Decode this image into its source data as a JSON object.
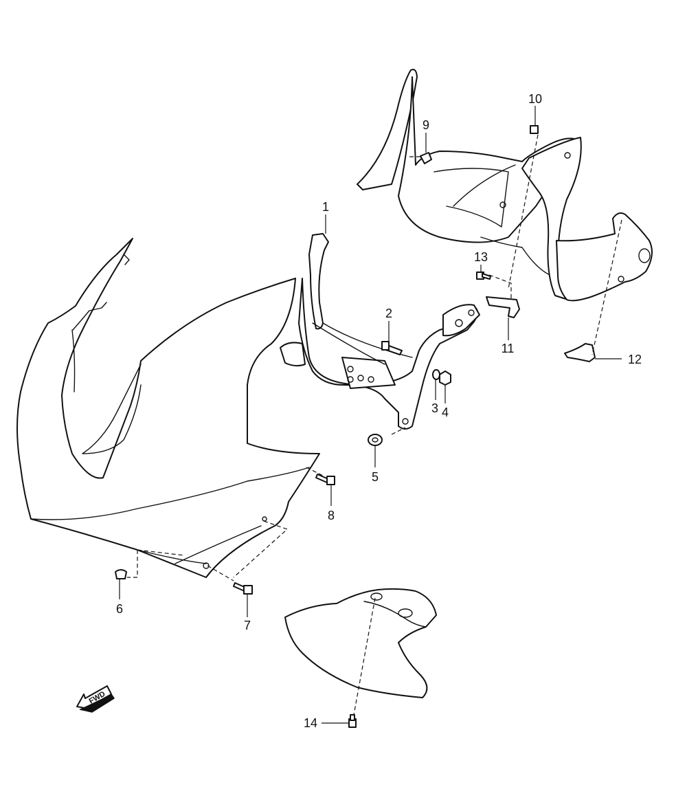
{
  "diagram": {
    "callouts": [
      {
        "id": "1",
        "label": "1"
      },
      {
        "id": "2",
        "label": "2"
      },
      {
        "id": "3",
        "label": "3"
      },
      {
        "id": "4",
        "label": "4"
      },
      {
        "id": "5",
        "label": "5"
      },
      {
        "id": "6",
        "label": "6"
      },
      {
        "id": "7",
        "label": "7"
      },
      {
        "id": "8",
        "label": "8"
      },
      {
        "id": "9",
        "label": "9"
      },
      {
        "id": "10",
        "label": "10"
      },
      {
        "id": "11",
        "label": "11"
      },
      {
        "id": "12",
        "label": "12"
      },
      {
        "id": "13",
        "label": "13"
      },
      {
        "id": "14",
        "label": "14"
      }
    ],
    "direction_arrow": {
      "label": "FWD",
      "icon": "forward-arrow-icon"
    },
    "colors": {
      "line": "#111111",
      "background": "#ffffff"
    }
  }
}
